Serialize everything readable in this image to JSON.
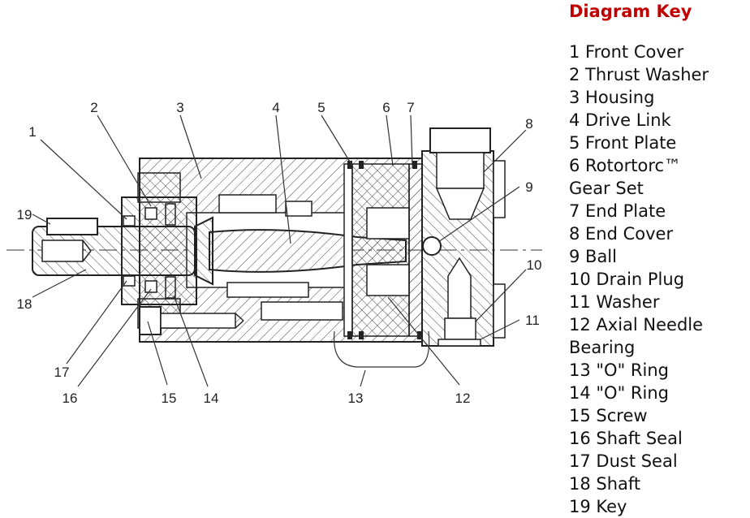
{
  "key": {
    "title": "Diagram Key",
    "colors": {
      "title": "#c00000",
      "text": "#111111"
    },
    "lines": [
      "1  Front Cover",
      "2  Thrust Washer",
      "3  Housing",
      "4  Drive Link",
      "5  Front Plate",
      "6  Rotortorc™",
      "Gear Set",
      "7  End Plate",
      "8  End Cover",
      "9  Ball",
      "10  Drain Plug",
      "11  Washer",
      "12  Axial Needle",
      "Bearing",
      "13  \"O\" Ring",
      "14  \"O\" Ring",
      "15  Screw",
      "16  Shaft Seal",
      "17  Dust Seal",
      "18  Shaft",
      "19  Key"
    ]
  },
  "callouts": [
    "1",
    "2",
    "3",
    "4",
    "5",
    "6",
    "7",
    "8",
    "9",
    "10",
    "11",
    "12",
    "13",
    "14",
    "15",
    "16",
    "17",
    "18",
    "19"
  ]
}
